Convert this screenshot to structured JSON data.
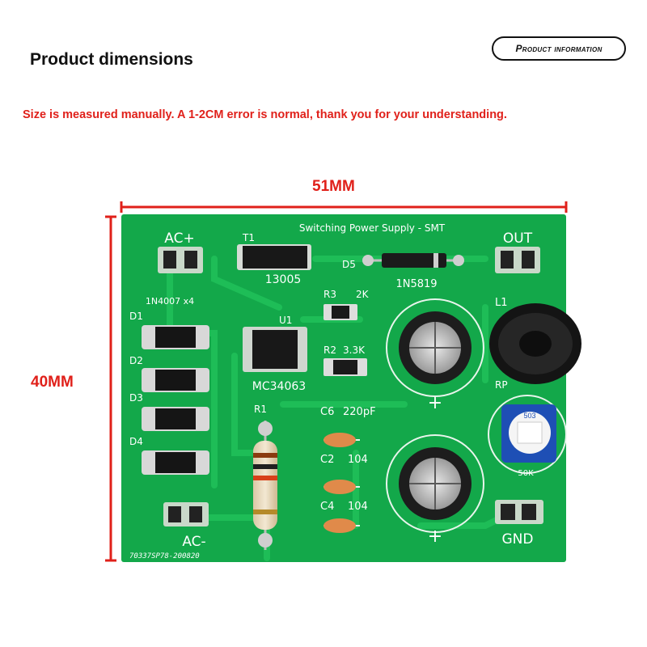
{
  "header": {
    "title": "Product dimensions",
    "badge": "Product information"
  },
  "note": "Size is measured manually. A 1-2CM error is normal, thank you for your understanding.",
  "dimensions": {
    "width_label": "51MM",
    "height_label": "40MM"
  },
  "colors": {
    "pcb": "#13a84a",
    "dimension": "#e0201a"
  },
  "board": {
    "header_text": "Switching Power Supply - SMT",
    "labels": {
      "ac_plus": "AC+",
      "ac_minus": "AC-",
      "out": "OUT",
      "gnd": "GND",
      "t1": "T1",
      "t1_part": "13005",
      "d5": "D5",
      "d5_part": "1N5819",
      "u1": "U1",
      "u1_part": "MC34063",
      "r3": "R3",
      "r3_val": "2K",
      "r2": "R2",
      "r2_val": "3.3K",
      "r1": "R1",
      "c6": "C6",
      "c6_val": "220pF",
      "c2": "C2",
      "c2_val": "104",
      "c4": "C4",
      "c4_val": "104",
      "l1": "L1",
      "rp": "RP",
      "rp_val": "50K",
      "rp_code": "503",
      "diodes": "1N4007 x4",
      "d1": "D1",
      "d2": "D2",
      "d3": "D3",
      "d4": "D4",
      "serial": "70337SP78-200820"
    }
  }
}
